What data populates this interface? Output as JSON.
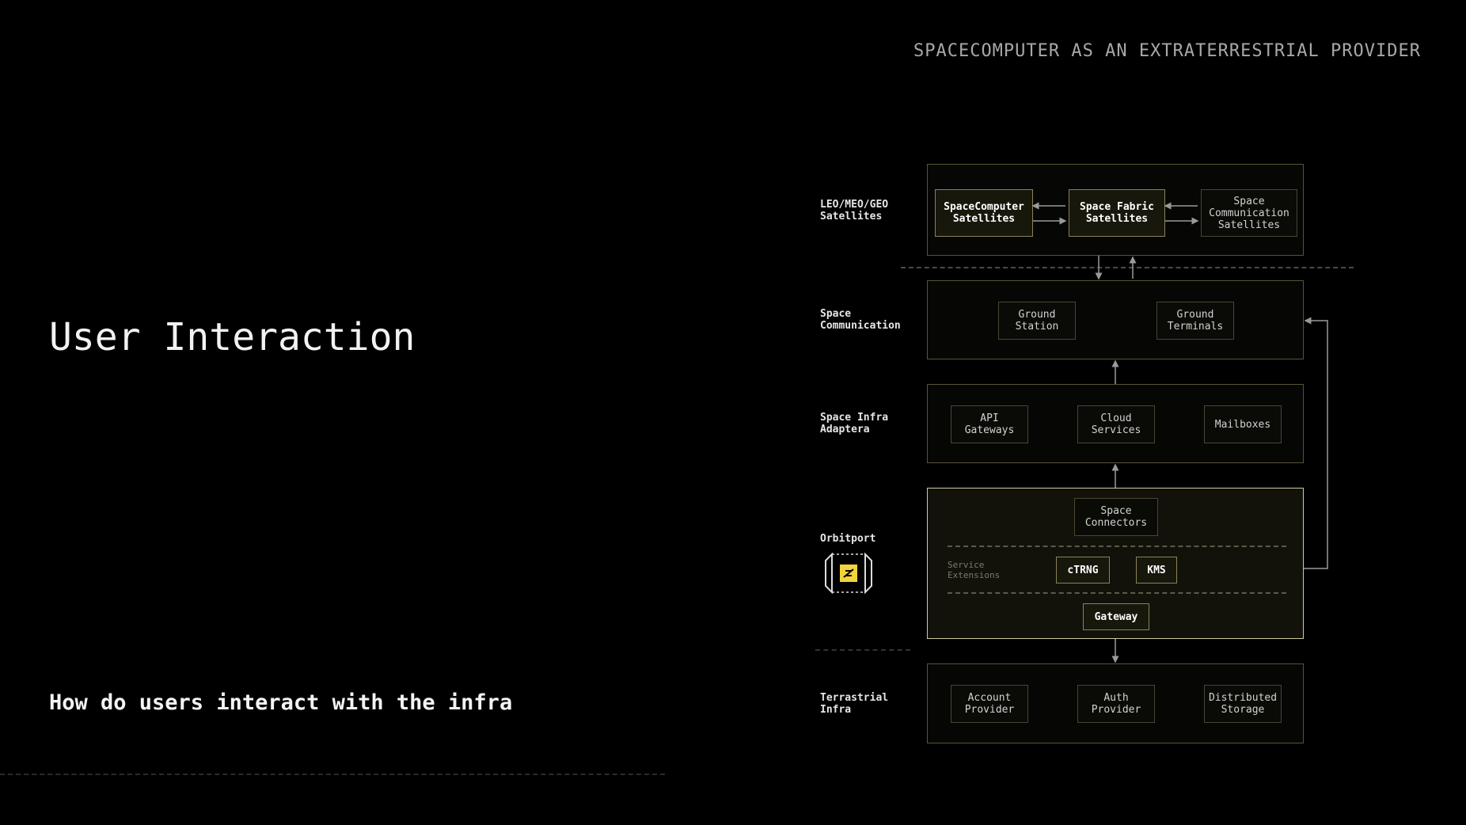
{
  "header": {
    "title": "SPACECOMPUTER AS AN EXTRATERRESTRIAL PROVIDER"
  },
  "slide": {
    "title": "User Interaction",
    "subtitle": "How do users interact with the infra"
  },
  "diagram": {
    "layers": {
      "satellites": {
        "label": "LEO/MEO/GEO\nSatellites",
        "nodes": [
          "SpaceComputer\nSatellites",
          "Space Fabric\nSatellites",
          "Space\nCommunication\nSatellites"
        ]
      },
      "space_communication": {
        "label": "Space\nCommunication",
        "nodes": [
          "Ground\nStation",
          "Ground\nTerminals"
        ]
      },
      "space_infra_adapters": {
        "label": "Space Infra\nAdaptera",
        "nodes": [
          "API\nGateways",
          "Cloud\nServices",
          "Mailboxes"
        ]
      },
      "orbitport": {
        "label": "Orbitport",
        "connectors": "Space\nConnectors",
        "service_extensions_label": "Service\nExtensions",
        "extensions": [
          "cTRNG",
          "KMS"
        ],
        "gateway": "Gateway"
      },
      "terrestrial": {
        "label": "Terrastrial\nInfra",
        "nodes": [
          "Account\nProvider",
          "Auth\nProvider",
          "Distributed\nStorage"
        ]
      }
    },
    "colors": {
      "accent": "#f2d43a",
      "box_border": "#5a5338",
      "orbitport_border": "#cfc9a0"
    }
  }
}
